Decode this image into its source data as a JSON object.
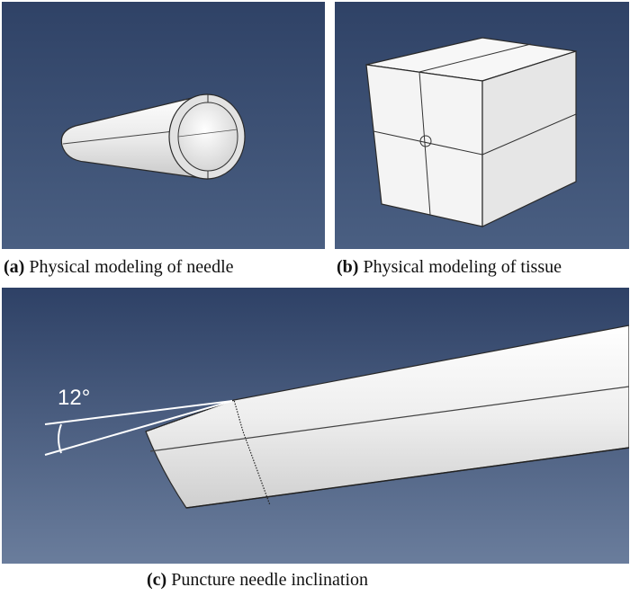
{
  "colors": {
    "background_top": "#2f4266",
    "background_bottom": "#4d6283",
    "model_surface": "#f2f2f2",
    "model_edge": "#2a2a2a"
  },
  "panel_a": {
    "letter": "(a)",
    "caption": "Physical modeling of needle"
  },
  "panel_b": {
    "letter": "(b)",
    "caption": "Physical modeling of tissue"
  },
  "panel_c": {
    "letter": "(c)",
    "caption": "Puncture needle inclination",
    "angle_label": "12°"
  }
}
